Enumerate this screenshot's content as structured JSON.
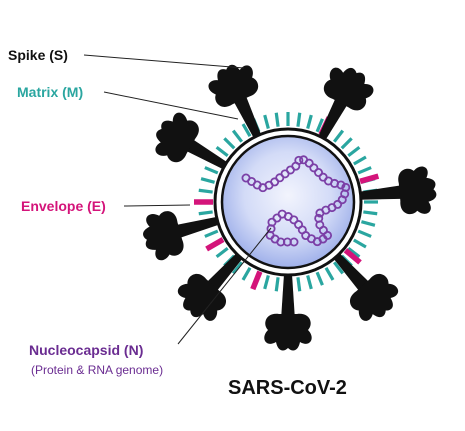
{
  "title": "SARS-CoV-2",
  "labels": {
    "spike": "Spike (S)",
    "matrix": "Matrix (M)",
    "envelope": "Envelope (E)",
    "nucleocapsid": "Nucleocapsid (N)",
    "nucleocapsid_sub": "(Protein & RNA genome)"
  },
  "colors": {
    "spike": "#111111",
    "matrix": "#2aa6a0",
    "envelope": "#d4147a",
    "nucleocapsid": "#6a2c91",
    "rna": "#7b3fa6",
    "core_inner": "#e6ebfb",
    "core_outer": "#a9b8ee",
    "leader": "#222222"
  }
}
